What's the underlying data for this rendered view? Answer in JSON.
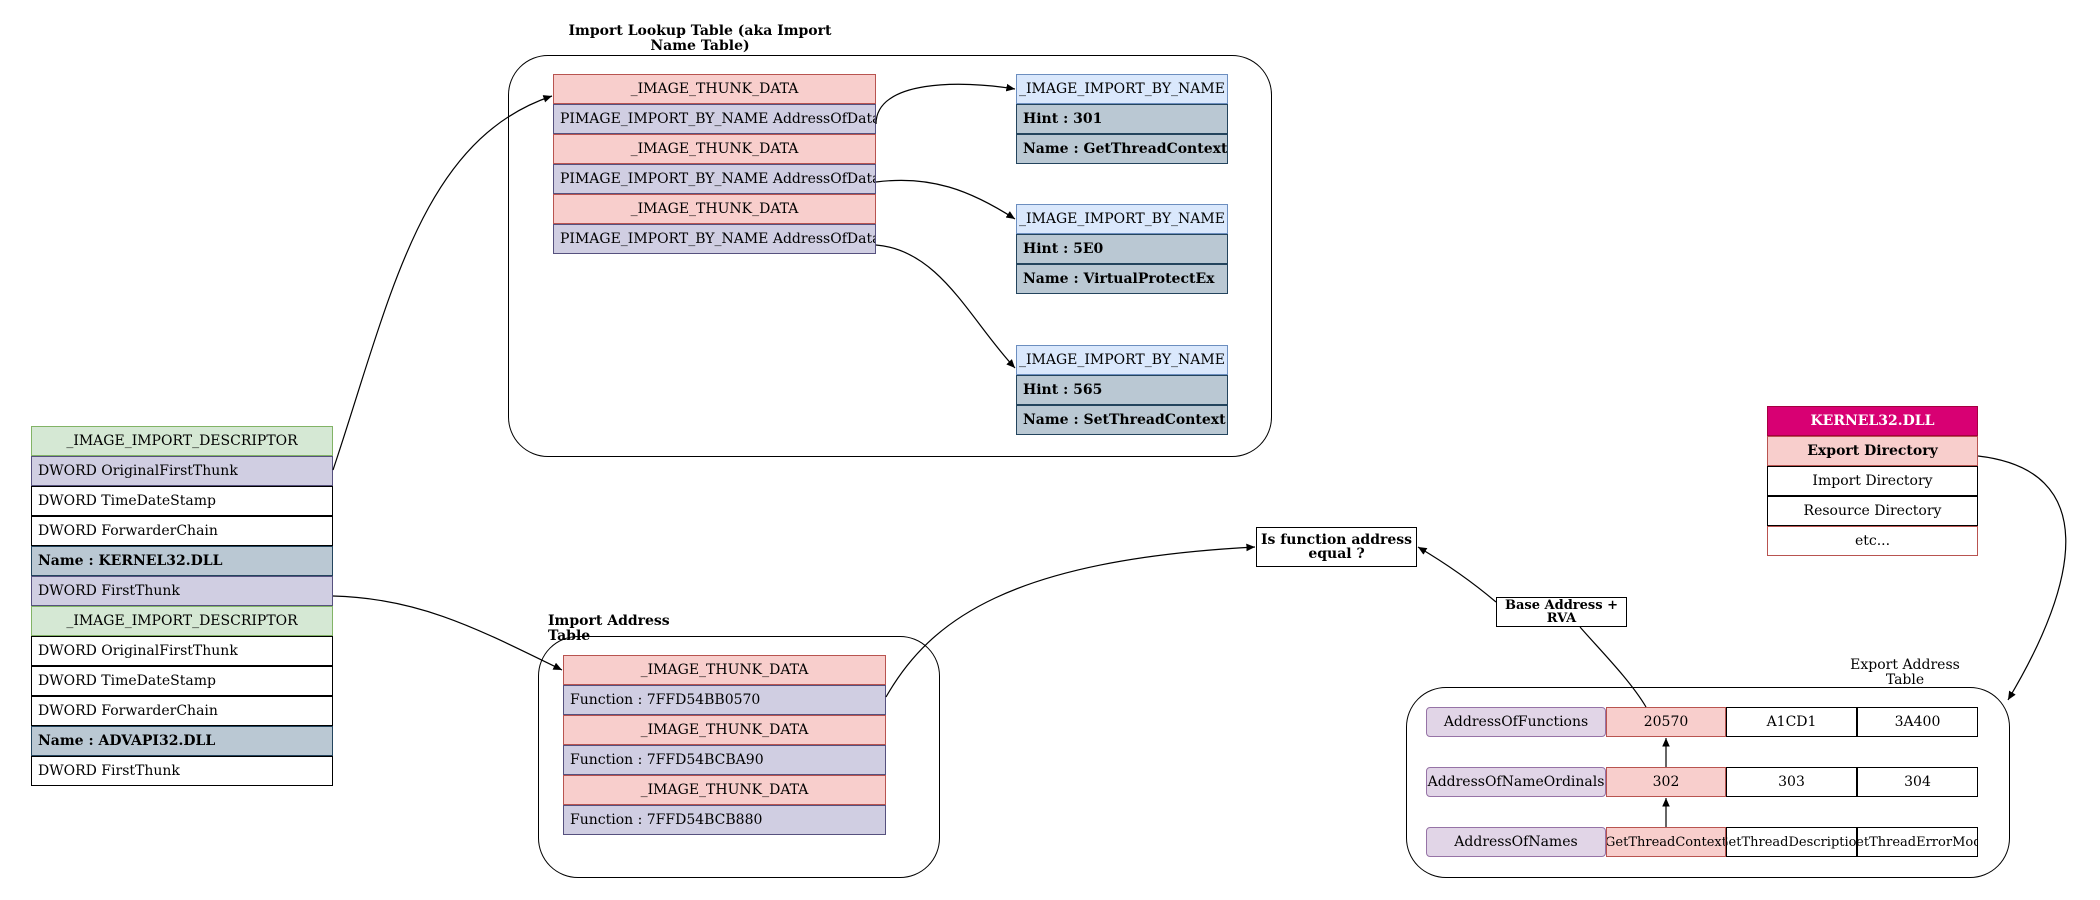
{
  "import_descriptors": {
    "header_1": "_IMAGE_IMPORT_DESCRIPTOR",
    "original_first_thunk_1": "DWORD OriginalFirstThunk",
    "time_date_stamp_1": "DWORD TimeDateStamp",
    "forwarder_chain_1": "DWORD ForwarderChain",
    "name_1": "Name : KERNEL32.DLL",
    "first_thunk_1": "DWORD FirstThunk",
    "header_2": "_IMAGE_IMPORT_DESCRIPTOR",
    "original_first_thunk_2": "DWORD OriginalFirstThunk",
    "time_date_stamp_2": "DWORD TimeDateStamp",
    "forwarder_chain_2": "DWORD ForwarderChain",
    "name_2": "Name : ADVAPI32.DLL",
    "first_thunk_2": "DWORD FirstThunk"
  },
  "ilt": {
    "title_line1": "Import Lookup Table (aka Import",
    "title_line2": "Name Table)",
    "thunk_1": "_IMAGE_THUNK_DATA",
    "addr_1": "PIMAGE_IMPORT_BY_NAME AddressOfData",
    "thunk_2": "_IMAGE_THUNK_DATA",
    "addr_2": "PIMAGE_IMPORT_BY_NAME AddressOfData",
    "thunk_3": "_IMAGE_THUNK_DATA",
    "addr_3": "PIMAGE_IMPORT_BY_NAME AddressOfData"
  },
  "import_by_name": [
    {
      "header": "_IMAGE_IMPORT_BY_NAME",
      "hint": "Hint : 301",
      "name": "Name : GetThreadContext"
    },
    {
      "header": "_IMAGE_IMPORT_BY_NAME",
      "hint": "Hint : 5E0",
      "name": "Name : VirtualProtectEx"
    },
    {
      "header": "_IMAGE_IMPORT_BY_NAME",
      "hint": "Hint : 565",
      "name": "Name : SetThreadContext"
    }
  ],
  "iat": {
    "title": "Import Address Table",
    "thunk_1": "_IMAGE_THUNK_DATA",
    "func_1": "Function : 7FFD54BB0570",
    "thunk_2": "_IMAGE_THUNK_DATA",
    "func_2": "Function : 7FFD54BCBA90",
    "thunk_3": "_IMAGE_THUNK_DATA",
    "func_3": "Function : 7FFD54BCB880"
  },
  "compare": {
    "question_line1": "Is function address",
    "question_line2": "equal ?",
    "base_line1": "Base Address +",
    "base_line2": "RVA"
  },
  "kernel32": {
    "title": "KERNEL32.DLL",
    "export_dir": "Export Directory",
    "import_dir": "Import Directory",
    "resource_dir": "Resource Directory",
    "etc": "etc..."
  },
  "eat": {
    "title_line1": "Export Address",
    "title_line2": "Table",
    "functions_label": "AddressOfFunctions",
    "ordinals_label": "AddressOfNameOrdinals",
    "names_label": "AddressOfNames",
    "functions": [
      "20570",
      "A1CD1",
      "3A400"
    ],
    "ordinals": [
      "302",
      "303",
      "304"
    ],
    "names": [
      "GetThreadContext",
      "GetThreadDescription",
      "GetThreadErrorMode"
    ]
  }
}
